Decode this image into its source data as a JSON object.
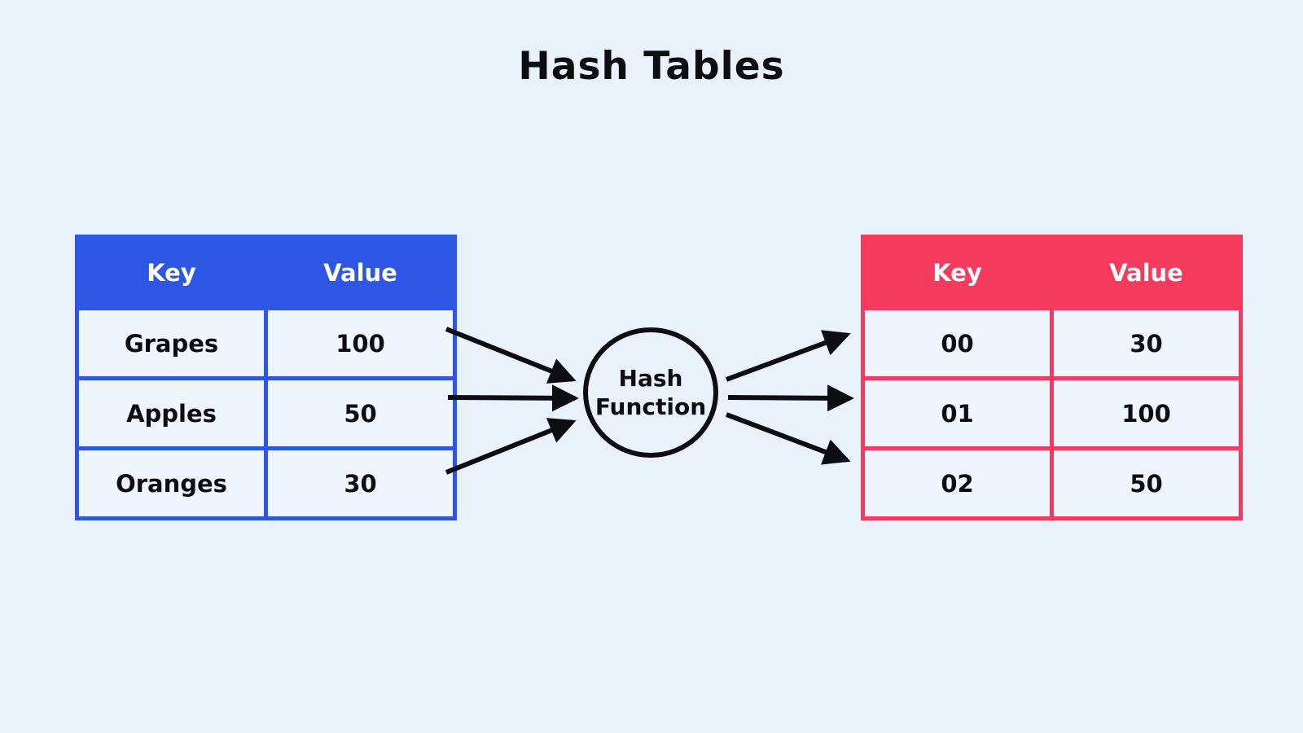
{
  "title": "Hash Tables",
  "colors": {
    "background": "#e9f1fb",
    "cell_background": "#eff5fd",
    "left_table_accent": "#2d56e4",
    "right_table_accent": "#f43b5e",
    "header_text": "#ffffff",
    "ink": "#0c0e14"
  },
  "left_table": {
    "headers": [
      "Key",
      "Value"
    ],
    "rows": [
      {
        "key": "Grapes",
        "value": "100"
      },
      {
        "key": "Apples",
        "value": "50"
      },
      {
        "key": "Oranges",
        "value": "30"
      }
    ]
  },
  "hash_function": {
    "lines": [
      "Hash",
      "Function"
    ]
  },
  "right_table": {
    "headers": [
      "Key",
      "Value"
    ],
    "rows": [
      {
        "key": "00",
        "value": "30"
      },
      {
        "key": "01",
        "value": "100"
      },
      {
        "key": "02",
        "value": "50"
      }
    ]
  }
}
